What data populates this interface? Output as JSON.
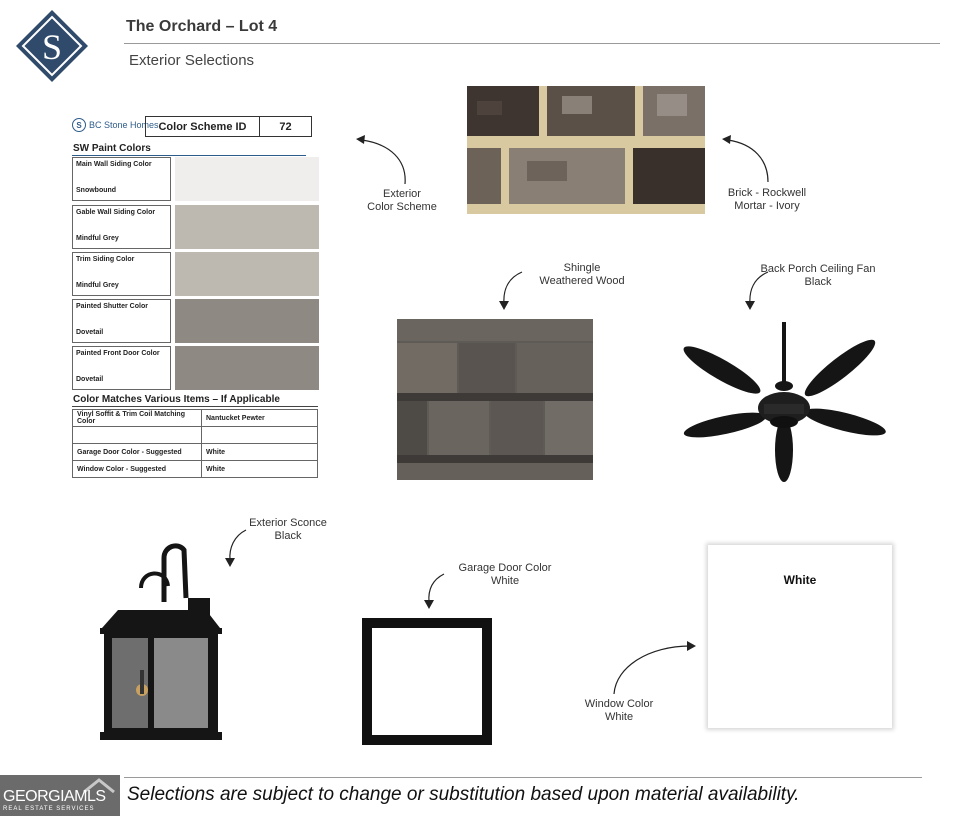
{
  "header": {
    "logo_letter": "S",
    "title": "The Orchard – Lot 4",
    "subtitle": "Exterior Selections"
  },
  "scheme_card": {
    "brand": "BC Stone Homes",
    "scheme_id_label": "Color Scheme ID",
    "scheme_id_value": "72",
    "paint_section_title": "SW Paint Colors",
    "paint_rows": [
      {
        "label": "Main Wall Siding Color",
        "value": "Snowbound",
        "color": "#efeeec"
      },
      {
        "label": "Gable Wall Siding Color",
        "value": "Mindful Grey",
        "color": "#bdb8b0"
      },
      {
        "label": "Trim Siding Color",
        "value": "Mindful Grey",
        "color": "#bdb8b0"
      },
      {
        "label": "Painted Shutter Color",
        "value": "Dovetail",
        "color": "#8f8984"
      },
      {
        "label": "Painted Front Door Color",
        "value": "Dovetail",
        "color": "#8f8984"
      }
    ],
    "match_section_title": "Color Matches Various Items – If Applicable",
    "match_rows": [
      {
        "label": "Vinyl Soffit & Trim Coil Matching Color",
        "value": "Nantucket Pewter"
      },
      {
        "label": "",
        "value": ""
      },
      {
        "label": "Garage Door Color - Suggested",
        "value": "White"
      },
      {
        "label": "Window Color - Suggested",
        "value": "White"
      }
    ]
  },
  "captions": {
    "exterior_scheme": [
      "Exterior",
      "Color Scheme"
    ],
    "brick": [
      "Brick - Rockwell",
      "Mortar -  Ivory"
    ],
    "shingle": [
      "Shingle",
      "Weathered Wood"
    ],
    "fan": [
      "Back Porch Ceiling Fan",
      "Black"
    ],
    "sconce": [
      "Exterior Sconce",
      "Black"
    ],
    "garage": [
      "Garage Door Color",
      "White"
    ],
    "window": [
      "Window Color",
      "White"
    ]
  },
  "window_swatch_label": "White",
  "footer": {
    "mls_main": "GEORGIAMLS",
    "mls_sub": "REAL ESTATE SERVICES",
    "disclaimer": "Selections are subject to change or substitution based upon material availability."
  },
  "colors": {
    "logo_navy": "#2f4a6a",
    "brick_dark": "#4a3c34",
    "mortar_ivory": "#d9c9a0",
    "shingle": "#5e5a55",
    "fixture_black": "#151515"
  }
}
